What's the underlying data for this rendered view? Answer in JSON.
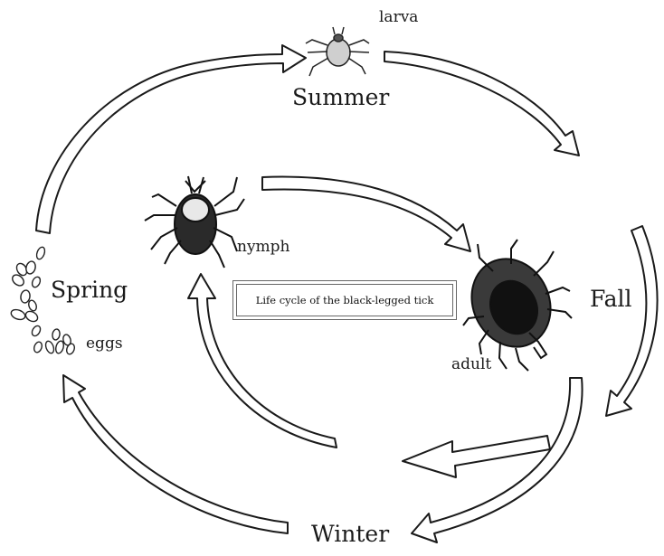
{
  "diagram": {
    "title": "Life cycle of the black-legged tick",
    "seasons": {
      "summer": "Summer",
      "fall": "Fall",
      "winter": "Winter",
      "spring": "Spring"
    },
    "stages": {
      "larva": "larva",
      "nymph": "nymph",
      "adult": "adult",
      "eggs": "eggs"
    }
  }
}
